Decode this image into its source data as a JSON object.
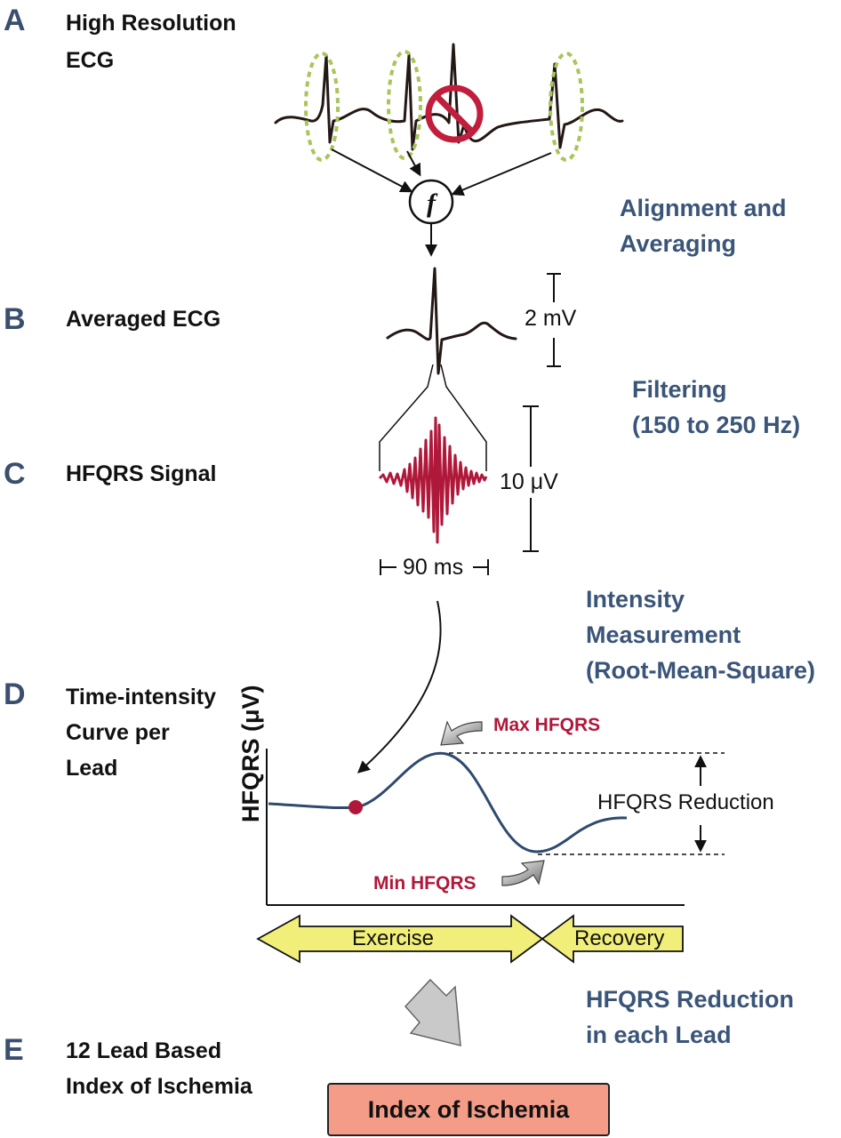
{
  "sections": {
    "a": {
      "letter": "A",
      "title_line1": "High Resolution",
      "title_line2": "ECG"
    },
    "b": {
      "letter": "B",
      "title": "Averaged ECG"
    },
    "c": {
      "letter": "C",
      "title": "HFQRS Signal"
    },
    "d": {
      "letter": "D",
      "title_line1": "Time-intensity",
      "title_line2": "Curve per",
      "title_line3": "Lead"
    },
    "e": {
      "letter": "E",
      "title_line1": "12 Lead Based",
      "title_line2": "Index of Ischemia"
    }
  },
  "steps": {
    "alignment_line1": "Alignment and",
    "alignment_line2": "Averaging",
    "filtering_line1": "Filtering",
    "filtering_line2": "(150 to 250 Hz)",
    "intensity_line1": "Intensity",
    "intensity_line2": "Measurement",
    "intensity_line3": "(Root-Mean-Square)",
    "reduction_line1": "HFQRS Reduction",
    "reduction_line2": "in each Lead"
  },
  "function_symbol": "f",
  "scales": {
    "averaged_amplitude": "2 mV",
    "hfqrs_amplitude": "10 μV",
    "hfqrs_duration": "90 ms"
  },
  "curve": {
    "ylabel": "HFQRS (μV)",
    "max_label": "Max HFQRS",
    "min_label": "Min HFQRS",
    "reduction_label": "HFQRS Reduction"
  },
  "phases": {
    "exercise": "Exercise",
    "recovery": "Recovery"
  },
  "result": {
    "index_label": "Index of Ischemia"
  },
  "colors": {
    "ecg_stroke": "#231815",
    "rejected": "#c01e3c",
    "hfqrs_signal": "#b0183a",
    "curve_line": "#2e4a6e",
    "dashed_ellipse": "#a9c55a",
    "phase_arrow_fill": "#f1ef7a",
    "index_box_fill": "#f49c88",
    "label_blue": "#3a5578"
  }
}
